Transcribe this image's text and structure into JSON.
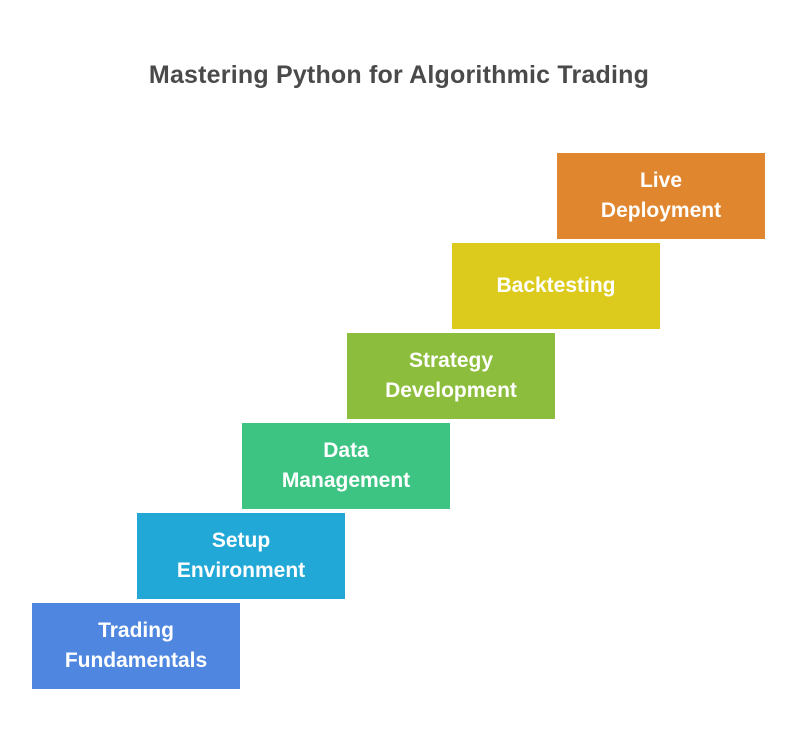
{
  "background_color": "#ffffff",
  "title": {
    "text": "Mastering Python for Algorithmic Trading",
    "color": "#4a4a4a"
  },
  "diagram": {
    "type": "staircase-process",
    "label_color": "#ffffff",
    "steps": [
      {
        "order": 1,
        "label": "Trading Fundamentals",
        "lines": [
          "Trading",
          "Fundamentals"
        ],
        "color": "#4E86E0"
      },
      {
        "order": 2,
        "label": "Setup Environment",
        "lines": [
          "Setup",
          "Environment"
        ],
        "color": "#21A8D6"
      },
      {
        "order": 3,
        "label": "Data Management",
        "lines": [
          "Data",
          "Management"
        ],
        "color": "#3DC483"
      },
      {
        "order": 4,
        "label": "Strategy Development",
        "lines": [
          "Strategy",
          "Development"
        ],
        "color": "#8CBD3C"
      },
      {
        "order": 5,
        "label": "Backtesting",
        "lines": [
          "Backtesting"
        ],
        "color": "#DCCB1C"
      },
      {
        "order": 6,
        "label": "Live Deployment",
        "lines": [
          "Live",
          "Deployment"
        ],
        "color": "#E0862F"
      }
    ]
  }
}
